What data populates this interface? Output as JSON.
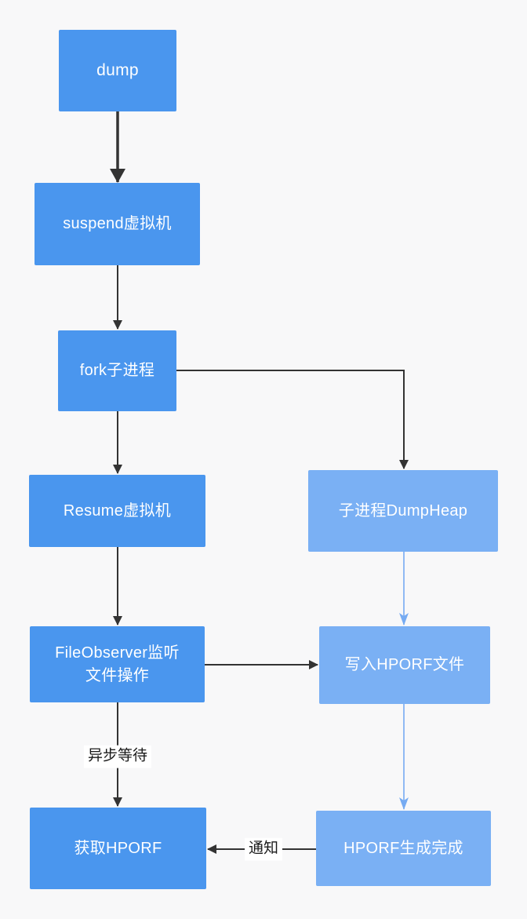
{
  "colors": {
    "background": "#f8f8f9",
    "node_primary_blue": "#4a96ee",
    "node_light_blue": "#7ab0f4",
    "arrow_dark": "#333333",
    "arrow_light_blue": "#76abf2",
    "node_text": "#ffffff",
    "edge_label_text": "#1a1a1a"
  },
  "nodes": [
    {
      "id": "dump",
      "label": "dump"
    },
    {
      "id": "suspend-vm",
      "label": "suspend虚拟机"
    },
    {
      "id": "fork-child-process",
      "label": "fork子进程"
    },
    {
      "id": "resume-vm",
      "label": "Resume虚拟机"
    },
    {
      "id": "child-dumpheap",
      "label": "子进程DumpHeap"
    },
    {
      "id": "fileobserver-watch",
      "label": "FileObserver监听\n文件操作"
    },
    {
      "id": "write-hporf-file",
      "label": "写入HPORF文件"
    },
    {
      "id": "get-hporf",
      "label": "获取HPORF"
    },
    {
      "id": "hporf-done",
      "label": "HPORF生成完成"
    }
  ],
  "edge_labels": {
    "async_wait": "异步等待",
    "notify": "通知"
  }
}
